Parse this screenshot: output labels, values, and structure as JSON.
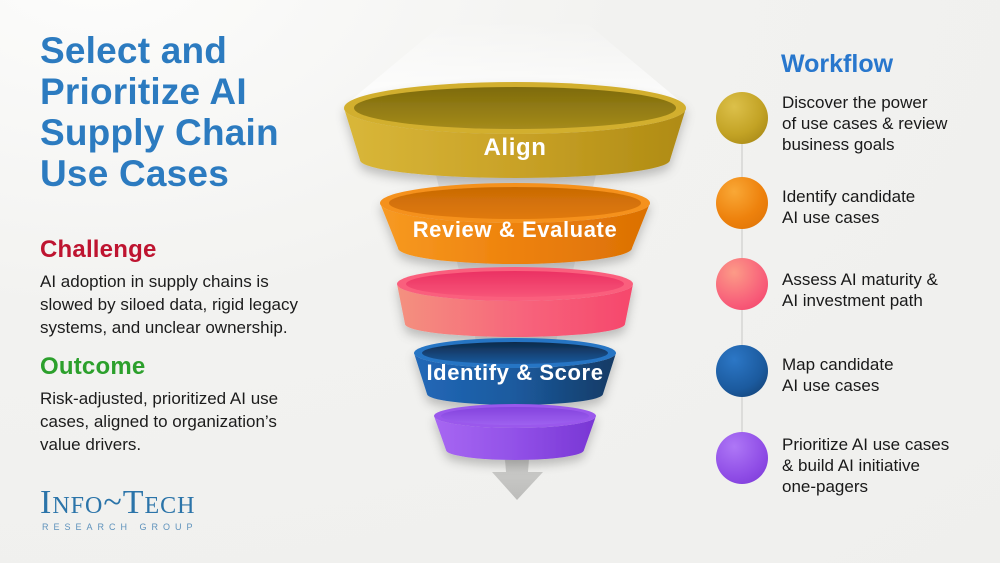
{
  "page": {
    "background": "#F0F0EE"
  },
  "header": {
    "title": "Select and\nPrioritize AI\nSupply Chain\nUse Cases",
    "title_color": "#2C7BC0"
  },
  "challenge": {
    "heading": "Challenge",
    "heading_color": "#BE1430",
    "body": "AI adoption in supply chains is\nslowed by siloed data, rigid legacy\nsystems, and unclear ownership."
  },
  "outcome": {
    "heading": "Outcome",
    "heading_color": "#2CA02C",
    "body": "Risk-adjusted, prioritized AI use\ncases, aligned to organization’s\nvalue drivers."
  },
  "logo": {
    "name": "Info~Tech",
    "subtitle": "RESEARCH GROUP",
    "color": "#2B74A9"
  },
  "funnel": {
    "stages": [
      {
        "label": "Align",
        "color": "#C9A227"
      },
      {
        "label": "Review & Evaluate",
        "color": "#EE820D"
      },
      {
        "label": "",
        "color": "#F64E6F"
      },
      {
        "label": "Identify & Score",
        "color": "#1B5A9E"
      },
      {
        "label": "",
        "color": "#8A46E0"
      }
    ],
    "arrow_color": "#C7C7C5"
  },
  "workflow": {
    "heading": "Workflow",
    "heading_color": "#2877CD",
    "items": [
      {
        "label": "Discover the power\nof use cases & review\nbusiness goals",
        "color": "#C9A61F"
      },
      {
        "label": "Identify candidate\nAI use cases",
        "color": "#EE820D"
      },
      {
        "label": "Assess AI maturity &\nAI investment path",
        "color": "#F75C74"
      },
      {
        "label": "Map candidate\nAI use cases",
        "color": "#1B5A9E"
      },
      {
        "label": "Prioritize AI use cases\n& build AI initiative\none-pagers",
        "color": "#8A46E0"
      }
    ]
  }
}
